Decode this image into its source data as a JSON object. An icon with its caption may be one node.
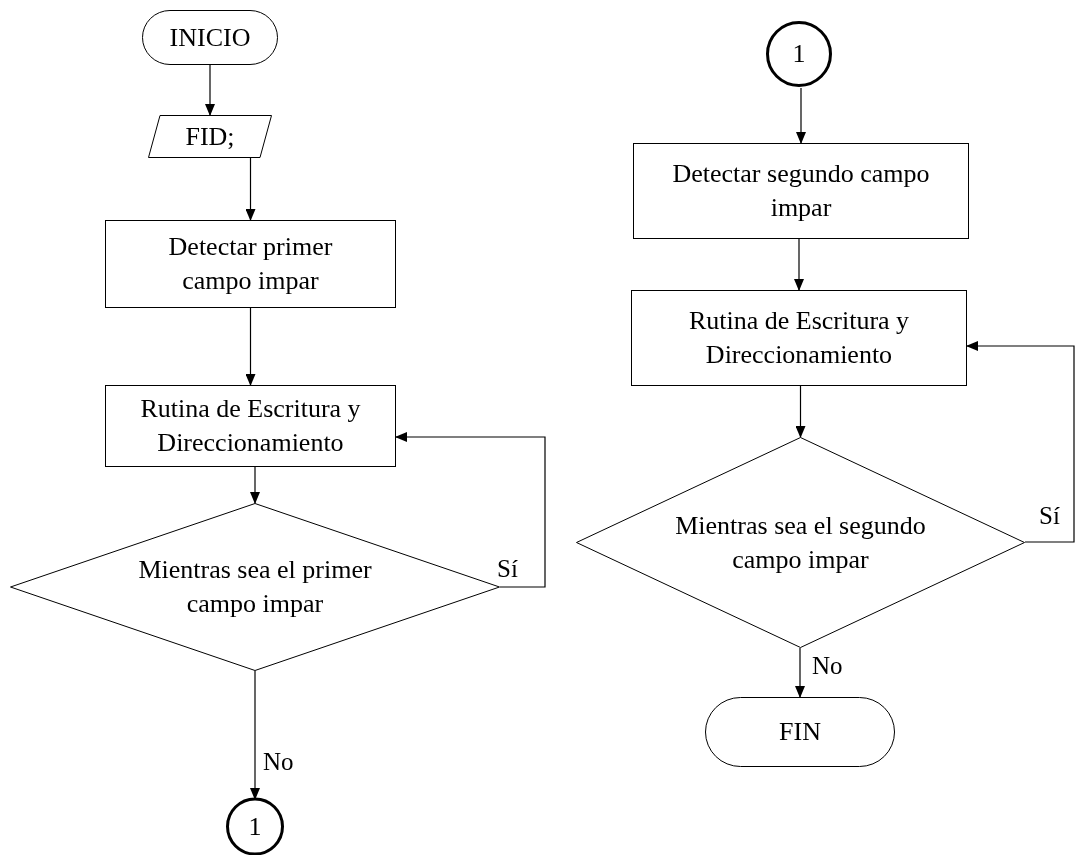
{
  "diagram": {
    "nodes": [
      {
        "text": [
          "INICIO"
        ]
      },
      {
        "text": [
          "FID;"
        ]
      },
      {
        "text": [
          "Detectar primer campo impar"
        ]
      },
      {
        "text": [
          "Rutina de Escritura y Direccionamiento"
        ]
      },
      {
        "text": [
          "Mientras sea el primer campo impar"
        ]
      },
      {
        "text": [
          "1"
        ]
      },
      {
        "text": [
          "1"
        ]
      },
      {
        "text": [
          "Detectar segundo campo impar"
        ]
      },
      {
        "text": [
          "Rutina de Escritura y Direccionamiento"
        ]
      },
      {
        "text": [
          "Mientras sea el segundo campo impar"
        ]
      },
      {
        "text": [
          "FIN"
        ]
      }
    ],
    "edges": [
      {
        "from": 0,
        "to": 1,
        "arrow": "to"
      },
      {
        "from": 1,
        "to": 2,
        "arrow": "to"
      },
      {
        "from": 2,
        "to": 3,
        "arrow": "to"
      },
      {
        "from": 3,
        "to": 4,
        "arrow": "to"
      },
      {
        "from": 4,
        "to": 3,
        "arrow": "to",
        "label": "Sí"
      },
      {
        "from": 4,
        "to": 5,
        "arrow": "to",
        "label": "No"
      },
      {
        "from": 6,
        "to": 7,
        "arrow": "to"
      },
      {
        "from": 7,
        "to": 8,
        "arrow": "to"
      },
      {
        "from": 8,
        "to": 9,
        "arrow": "to"
      },
      {
        "from": 9,
        "to": 8,
        "arrow": "to",
        "label": "Sí"
      },
      {
        "from": 9,
        "to": 10,
        "arrow": "to",
        "label": "No"
      }
    ]
  }
}
